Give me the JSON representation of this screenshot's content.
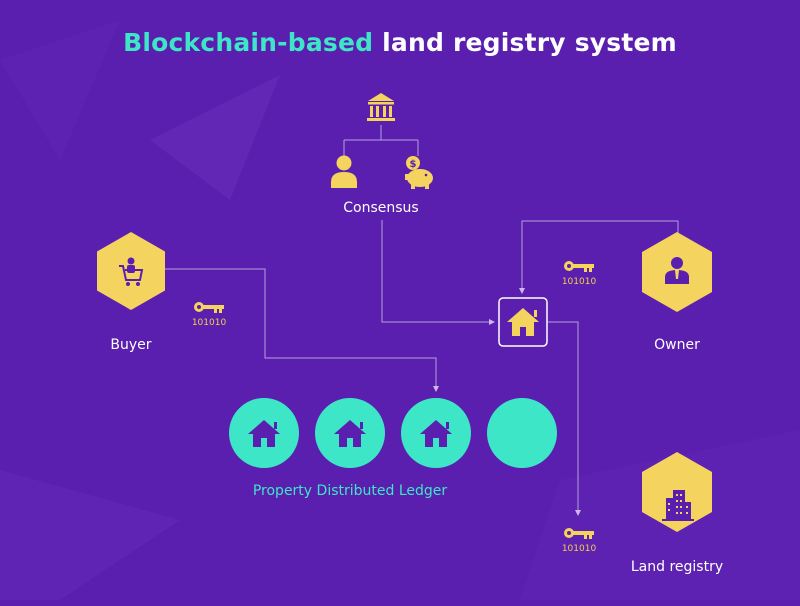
{
  "title": {
    "accent": "Blockchain-based",
    "rest": " land registry system"
  },
  "nodes": {
    "consensus": "Consensus",
    "buyer": "Buyer",
    "owner": "Owner",
    "land_registry": "Land registry",
    "ledger": "Property Distributed Ledger"
  },
  "key_codes": {
    "buyer": "101010",
    "owner": "101010",
    "registry": "101010"
  },
  "colors": {
    "background": "#5a1fae",
    "accent_teal": "#3ee6c8",
    "hexagon_yellow": "#f4d35e",
    "icon_purple": "#5a1fae",
    "line": "#b69ee0"
  },
  "icons": [
    "bank-icon",
    "person-icon",
    "piggy-bank-icon",
    "shopping-cart-person-icon",
    "businessman-icon",
    "house-icon",
    "office-building-icon",
    "key-icon"
  ]
}
